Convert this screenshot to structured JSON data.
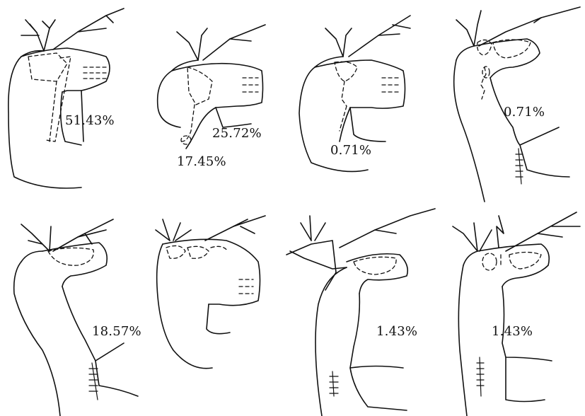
{
  "figure": {
    "panels": [
      {
        "id": "p1",
        "labels": [
          "51.43%"
        ]
      },
      {
        "id": "p2",
        "labels": [
          "25.72%",
          "17.45%"
        ]
      },
      {
        "id": "p3",
        "labels": [
          "0.71%"
        ]
      },
      {
        "id": "p4",
        "labels": [
          "0.71%"
        ]
      },
      {
        "id": "p5",
        "labels": [
          "18.57%"
        ]
      },
      {
        "id": "p6",
        "labels": []
      },
      {
        "id": "p7",
        "labels": [
          "1.43%"
        ]
      },
      {
        "id": "p8",
        "labels": [
          "1.43%"
        ]
      }
    ]
  }
}
